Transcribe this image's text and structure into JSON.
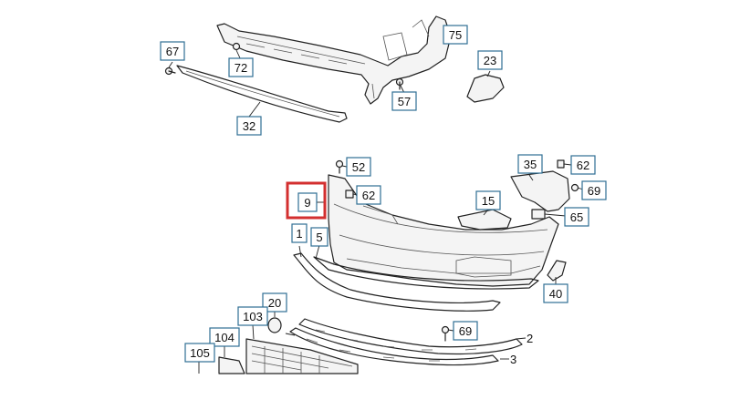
{
  "callouts": {
    "c67": "67",
    "c72": "72",
    "c75": "75",
    "c23": "23",
    "c57": "57",
    "c32": "32",
    "c52": "52",
    "c62a": "62",
    "c9": "9",
    "c35": "35",
    "c62b": "62",
    "c69a": "69",
    "c15": "15",
    "c65": "65",
    "c1": "1",
    "c5": "5",
    "c40": "40",
    "c20": "20",
    "c103": "103",
    "c69b": "69",
    "c104": "104",
    "c105": "105"
  },
  "labels": {
    "l2": "2",
    "l3": "3"
  },
  "highlight": {
    "part": "9",
    "color": "#d32f2f"
  },
  "colors": {
    "callout_border": "#2f6f94",
    "line": "#222222"
  }
}
